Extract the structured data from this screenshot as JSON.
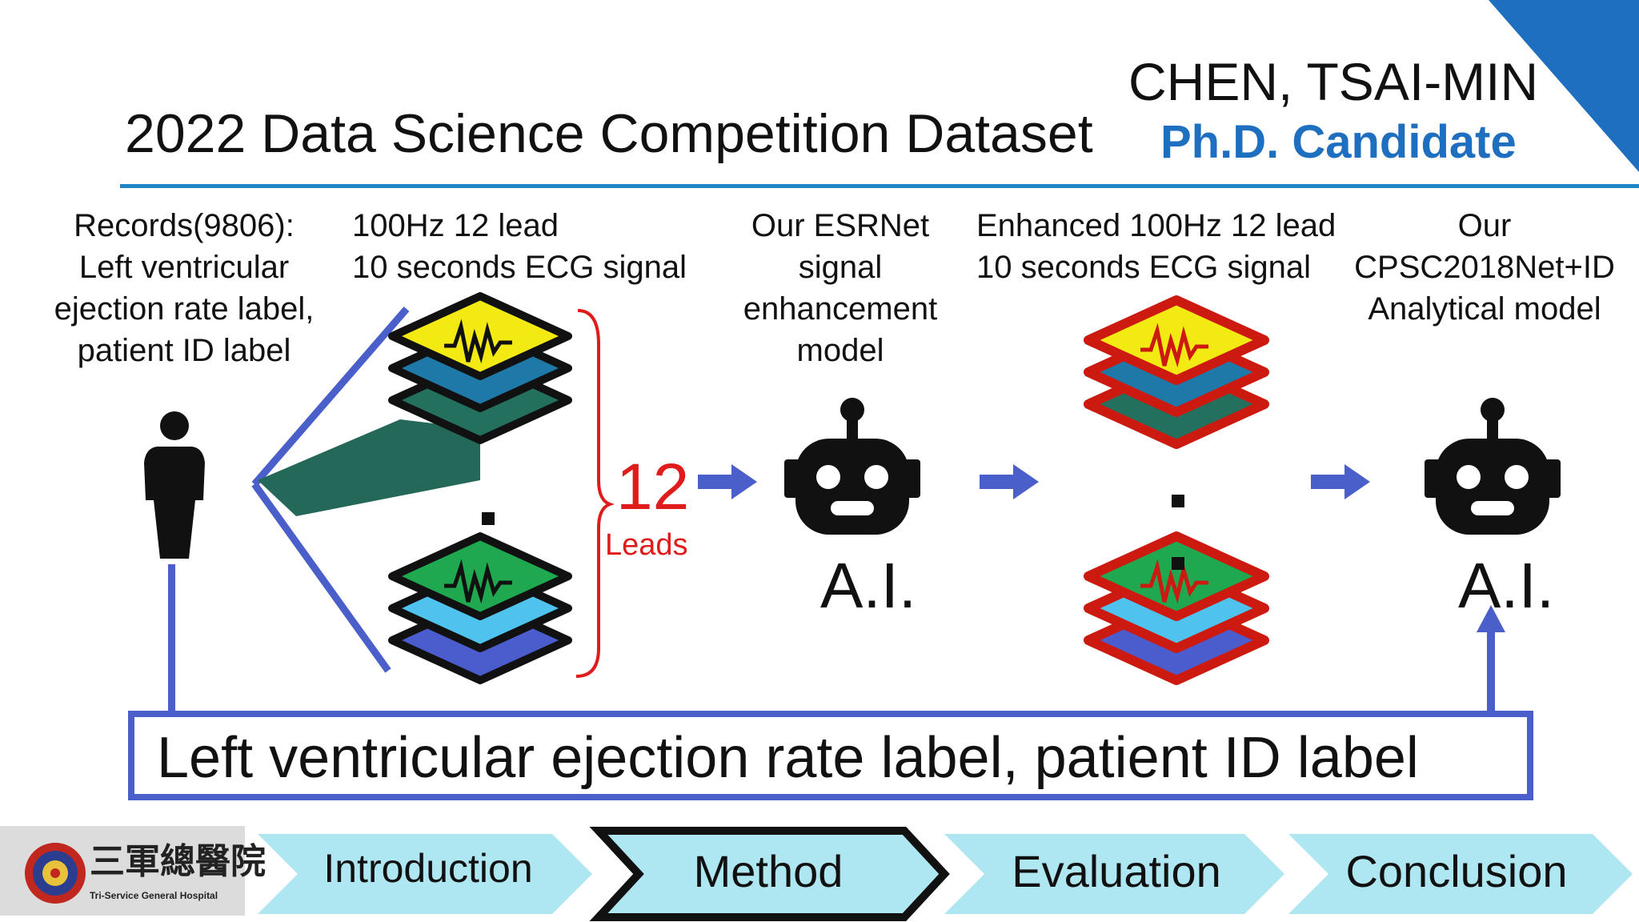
{
  "header": {
    "title": "2022 Data Science Competition Dataset",
    "author_name": "CHEN, TSAI-MIN",
    "author_role": "Ph.D. Candidate"
  },
  "stages": {
    "records": [
      "Records(9806):",
      "Left ventricular",
      "ejection rate label,",
      "patient ID label"
    ],
    "signal": [
      "100Hz 12 lead",
      "10 seconds ECG signal"
    ],
    "esrnet": [
      "Our ESRNet",
      "signal",
      "enhancement",
      "model"
    ],
    "enhanced": [
      "Enhanced 100Hz 12 lead",
      "10 seconds ECG signal"
    ],
    "cpsc": [
      "Our",
      "CPSC2018Net+ID",
      "Analytical model"
    ]
  },
  "leads": {
    "number": "12",
    "word": "Leads"
  },
  "ai": {
    "label_1": "A.I.",
    "label_2": "A.I."
  },
  "label_box": {
    "text": "Left ventricular ejection rate label, patient ID label"
  },
  "logo": {
    "chinese": "三軍總醫院",
    "english": "Tri-Service General Hospital"
  },
  "nav": {
    "items": [
      "Introduction",
      "Method",
      "Evaluation",
      "Conclusion"
    ],
    "active": "Method"
  },
  "colors": {
    "accent_blue": "#1f6fc0",
    "rule_blue": "#1f86c6",
    "arrow_blue": "#4a5fc9",
    "corner_blue": "#1f6fc0",
    "leads_red": "#e01b1b",
    "nav_fill": "#aee6f2",
    "enhanced_outline": "#cc1a10"
  }
}
